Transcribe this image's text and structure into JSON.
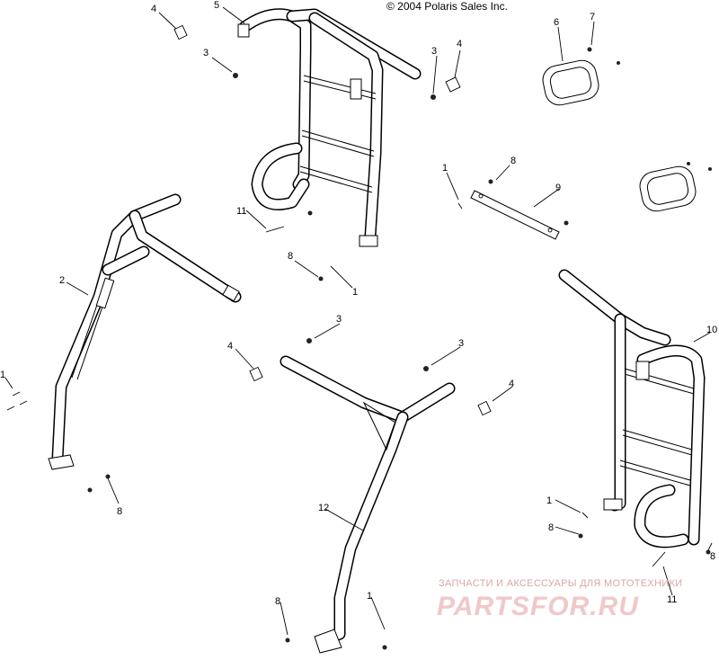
{
  "copyright": "© 2004 Polaris Sales Inc.",
  "watermark": {
    "tagline": "ЗАПЧАСТИ И АКСЕССУАРЫ ДЛЯ МОТОТЕХНИКИ",
    "logo": "PARTSFOR.RU"
  },
  "callouts": {
    "c4a": "4",
    "c5": "5",
    "c3a": "3",
    "c6": "6",
    "c7": "7",
    "c3b": "3",
    "c4b": "4",
    "c1a": "1",
    "c8a": "8",
    "c9": "9",
    "c11a": "11",
    "c2": "2",
    "c8b": "8",
    "c1b": "1",
    "c3c": "3",
    "c10": "10",
    "c1c": "1",
    "c4c": "4",
    "c3d": "3",
    "c4d": "4",
    "c8c": "8",
    "c12": "12",
    "c1d": "1",
    "c8d": "8",
    "c8e": "8",
    "c11b": "11",
    "c8f": "8",
    "c1e": "1"
  }
}
